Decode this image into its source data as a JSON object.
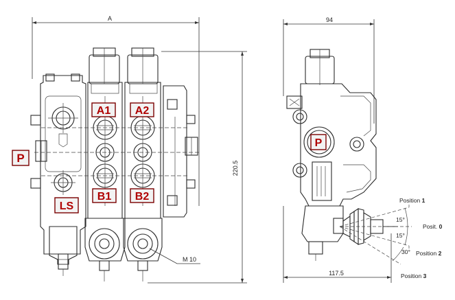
{
  "front_view": {
    "dim_width_label": "A",
    "dim_height_label": "220.5",
    "thread_label": "M 10",
    "port_labels": {
      "p": "P",
      "a1": "A1",
      "a2": "A2",
      "b1": "B1",
      "b2": "B2",
      "ls": "LS"
    }
  },
  "side_view": {
    "dim_top_label": "94",
    "dim_bottom_label": "117.5",
    "port_p_label": "P",
    "positions": [
      {
        "key": "pos1",
        "prefix": "Position ",
        "num": "1"
      },
      {
        "key": "pos0",
        "prefix": "Posit. ",
        "num": "0"
      },
      {
        "key": "pos2",
        "prefix": "Position ",
        "num": "2"
      },
      {
        "key": "pos3",
        "prefix": "Position ",
        "num": "3"
      }
    ],
    "angles": {
      "upper": "15°",
      "lower": "15°",
      "wide": "30°"
    }
  },
  "colors": {
    "label_text": "#b00000",
    "label_border": "#7a0000",
    "label_fill": "#f2f2f2",
    "line": "#2a2a2a"
  }
}
